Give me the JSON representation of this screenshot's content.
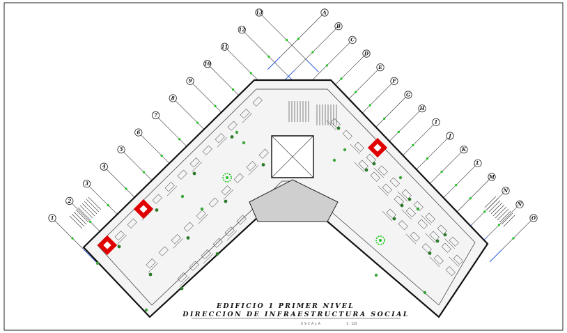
{
  "drawing": {
    "title_line_1": "EDIFICIO 1 PRIMER NIVEL",
    "title_line_2": "DIRECCION DE INFRAESTRUCTURA SOCIAL",
    "scale_label": "ESCALA",
    "scale_value": "1 : 125"
  },
  "grid_axes_left": [
    "1",
    "2",
    "3",
    "4",
    "5",
    "6",
    "7",
    "8",
    "9",
    "10",
    "11",
    "12",
    "13"
  ],
  "grid_axes_right": [
    "A",
    "B",
    "C",
    "D",
    "E",
    "F",
    "G",
    "H",
    "I",
    "J",
    "K",
    "L",
    "M",
    "N",
    "Ñ",
    "O"
  ],
  "colors": {
    "line": "#222222",
    "grid_blue": "#1f4fd6",
    "accent_red": "#e00000",
    "accent_green": "#19c419"
  }
}
